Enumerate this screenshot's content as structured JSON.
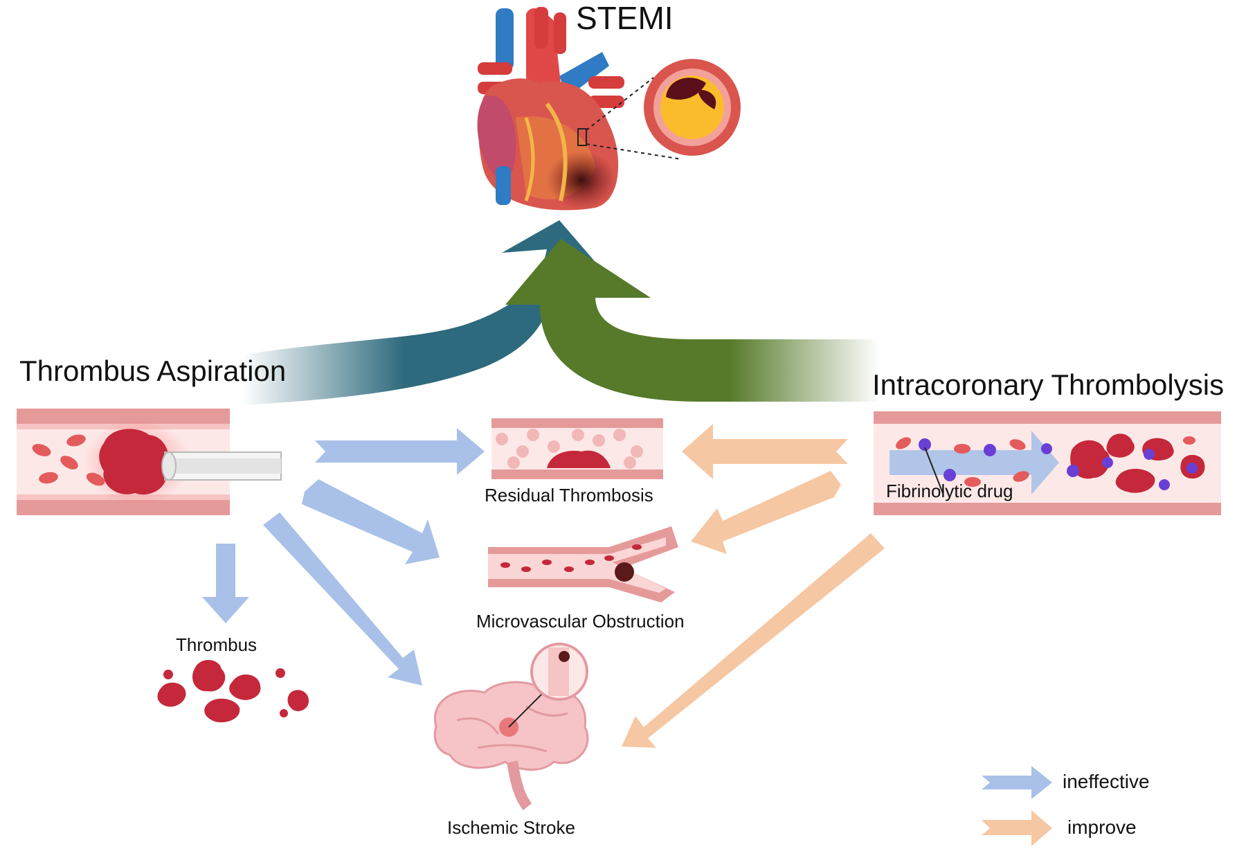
{
  "title": "STEMI",
  "left_method": "Thrombus Aspiration",
  "right_method": "Intracoronary Thrombolysis",
  "outcomes": {
    "residual": "Residual Thrombosis",
    "mvo": "Microvascular Obstruction",
    "stroke": "Ischemic Stroke",
    "thrombus": "Thrombus"
  },
  "drug_label": "Fibrinolytic drug",
  "legend": [
    {
      "label": "ineffective",
      "color": "#a9c1e8"
    },
    {
      "label": "improve",
      "color": "#f6c7a3"
    }
  ],
  "colors": {
    "ineffective": "#a9c1e8",
    "improve": "#f6c7a3",
    "aspiration_arrow": "#2e6a7d",
    "thrombolysis_arrow": "#567a2a",
    "vessel_wall": "#e59a9a",
    "blood_cell": "#e35b5b",
    "clot": "#c4283a",
    "drug": "#6a3fd6"
  }
}
